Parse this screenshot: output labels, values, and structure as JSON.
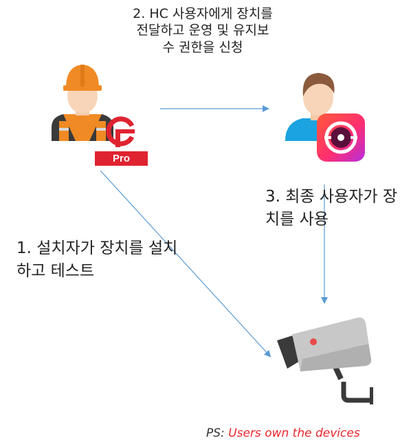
{
  "steps": {
    "step1": "1. 설치자가 장치를 설치하고 테스트",
    "step2": "2. HC 사용자에게 장치를 전달하고 운영 및 유지보수 권한을 신청",
    "step3": "3. 최종 사용자가 장치를 사용"
  },
  "badge": {
    "pro_label": "Pro"
  },
  "note": {
    "prefix": "PS:",
    "text": "Users own the devices"
  },
  "colors": {
    "arrow": "#5b9bd5",
    "pro_red": "#e02330",
    "helmet": "#f08a24",
    "camera_body": "#c8c8c8",
    "camera_dark": "#3a3a3a",
    "app_icon_pink": "#ff2f6d"
  },
  "icons": [
    "installer-icon",
    "hc-pro-logo-icon",
    "end-user-icon",
    "hc-app-icon",
    "camera-icon"
  ]
}
